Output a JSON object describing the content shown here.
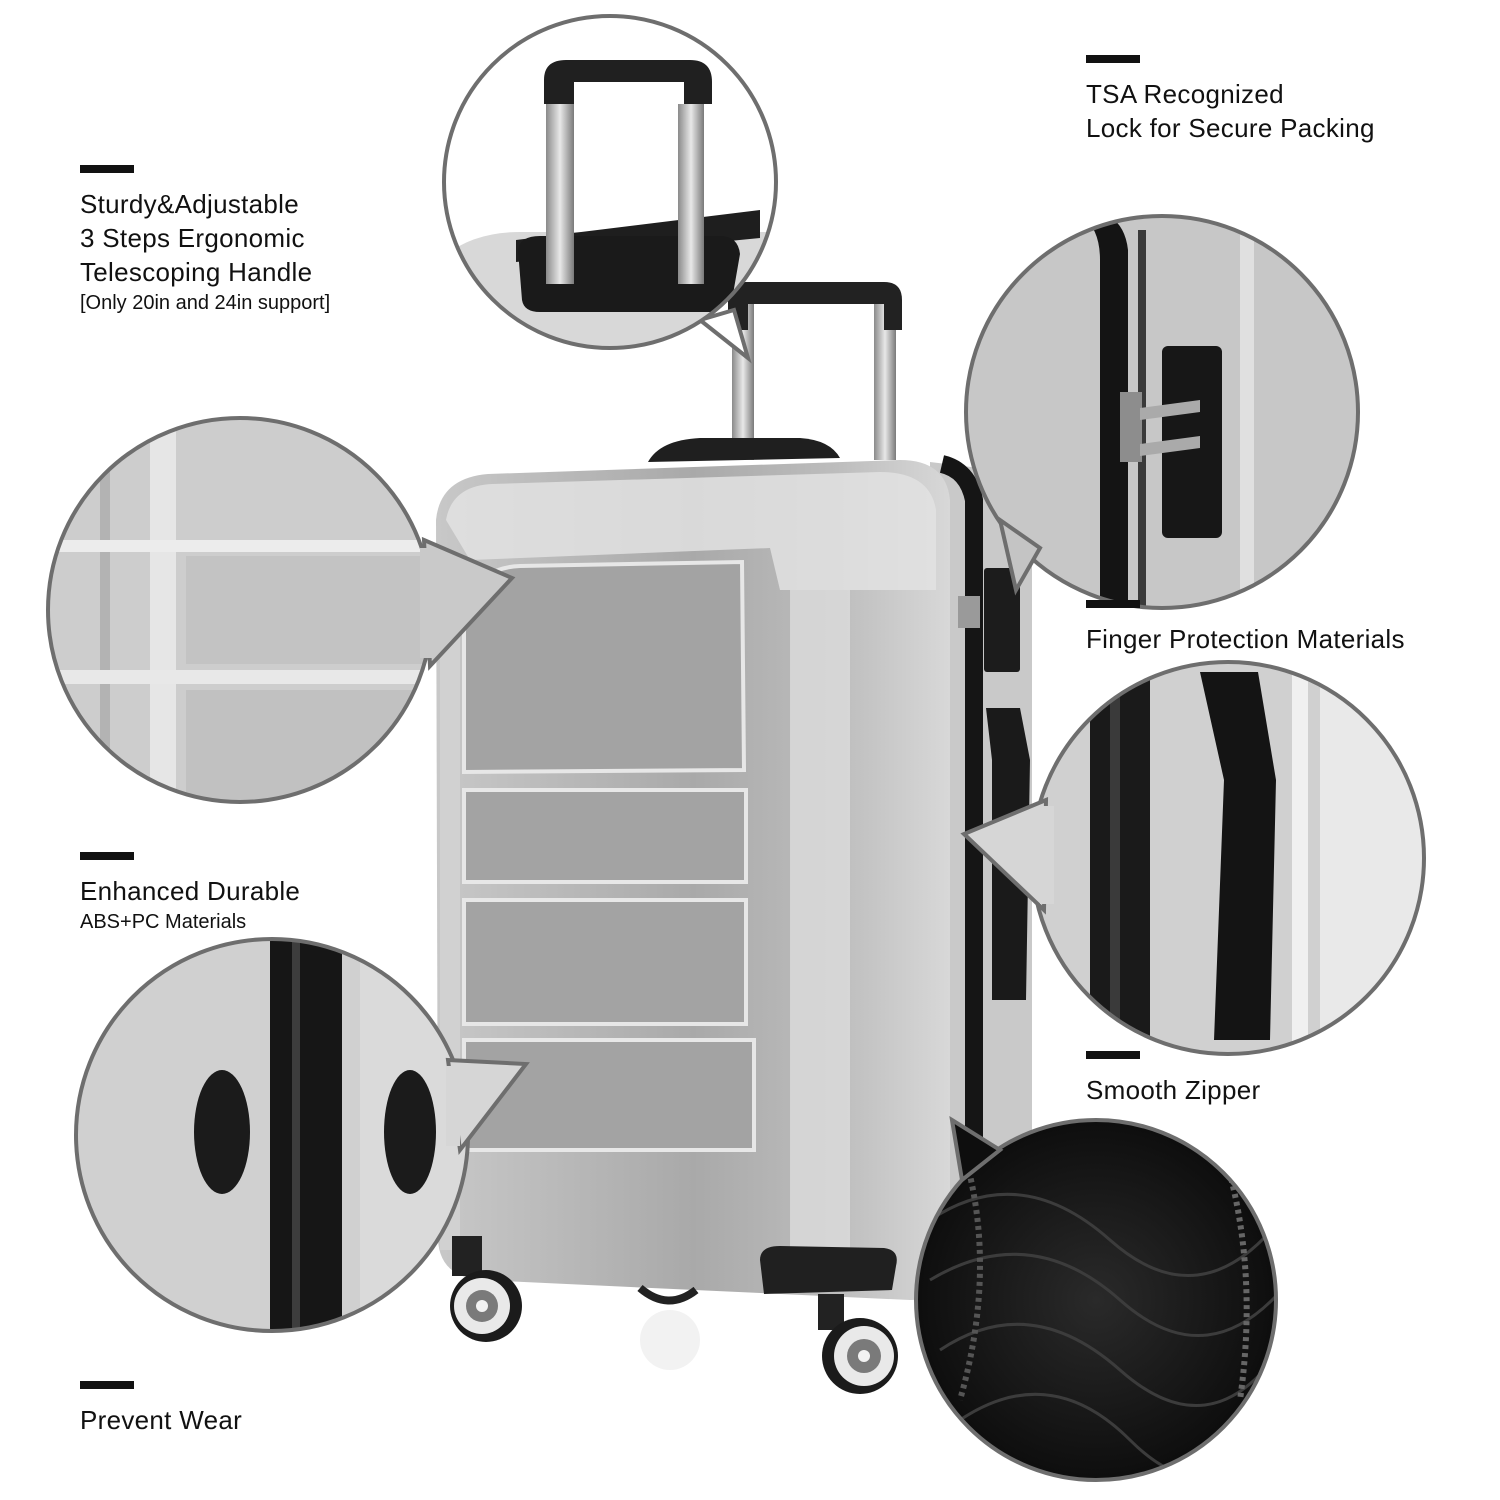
{
  "features": {
    "handle": {
      "lines": [
        "Sturdy&Adjustable",
        "3 Steps Ergonomic",
        "Telescoping Handle"
      ],
      "note": "[Only 20in and 24in support]"
    },
    "lock": {
      "lines": [
        "TSA Recognized",
        "Lock for Secure Packing"
      ]
    },
    "durable": {
      "title": "Enhanced Durable",
      "sub": "ABS+PC Materials"
    },
    "finger": {
      "title": "Finger Protection Materials"
    },
    "zipper": {
      "title": "Smooth Zipper"
    },
    "wear": {
      "title": "Prevent Wear"
    }
  },
  "colors": {
    "background": "#ffffff",
    "circle_border": "#6e6e6e",
    "shell": "#b4b4b4",
    "shell_highlight": "#e6e6e6",
    "trim": "#1c1c1c",
    "label_bar": "#111111"
  }
}
